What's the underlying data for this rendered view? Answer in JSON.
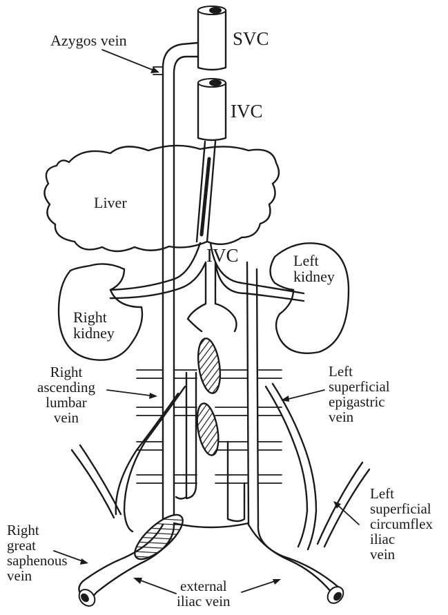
{
  "labels": {
    "azygos": "Azygos vein",
    "svc": "SVC",
    "ivc_upper": "IVC",
    "liver": "Liver",
    "ivc_lower": "IVC",
    "left_kidney": "Left\nkidney",
    "right_kidney": "Right\nkidney",
    "right_ascending_lumbar": "Right\nascending\nlumbar\nvein",
    "left_superficial_epigastric": "Left\nsuperficial\nepigastric\nvein",
    "left_superficial_circumflex_iliac": "Left\nsuperficial\ncircumflex\niliac\nvein",
    "right_great_saphenous": "Right\ngreat\nsaphenous\nvein",
    "external_iliac": "external\niliac vein"
  }
}
